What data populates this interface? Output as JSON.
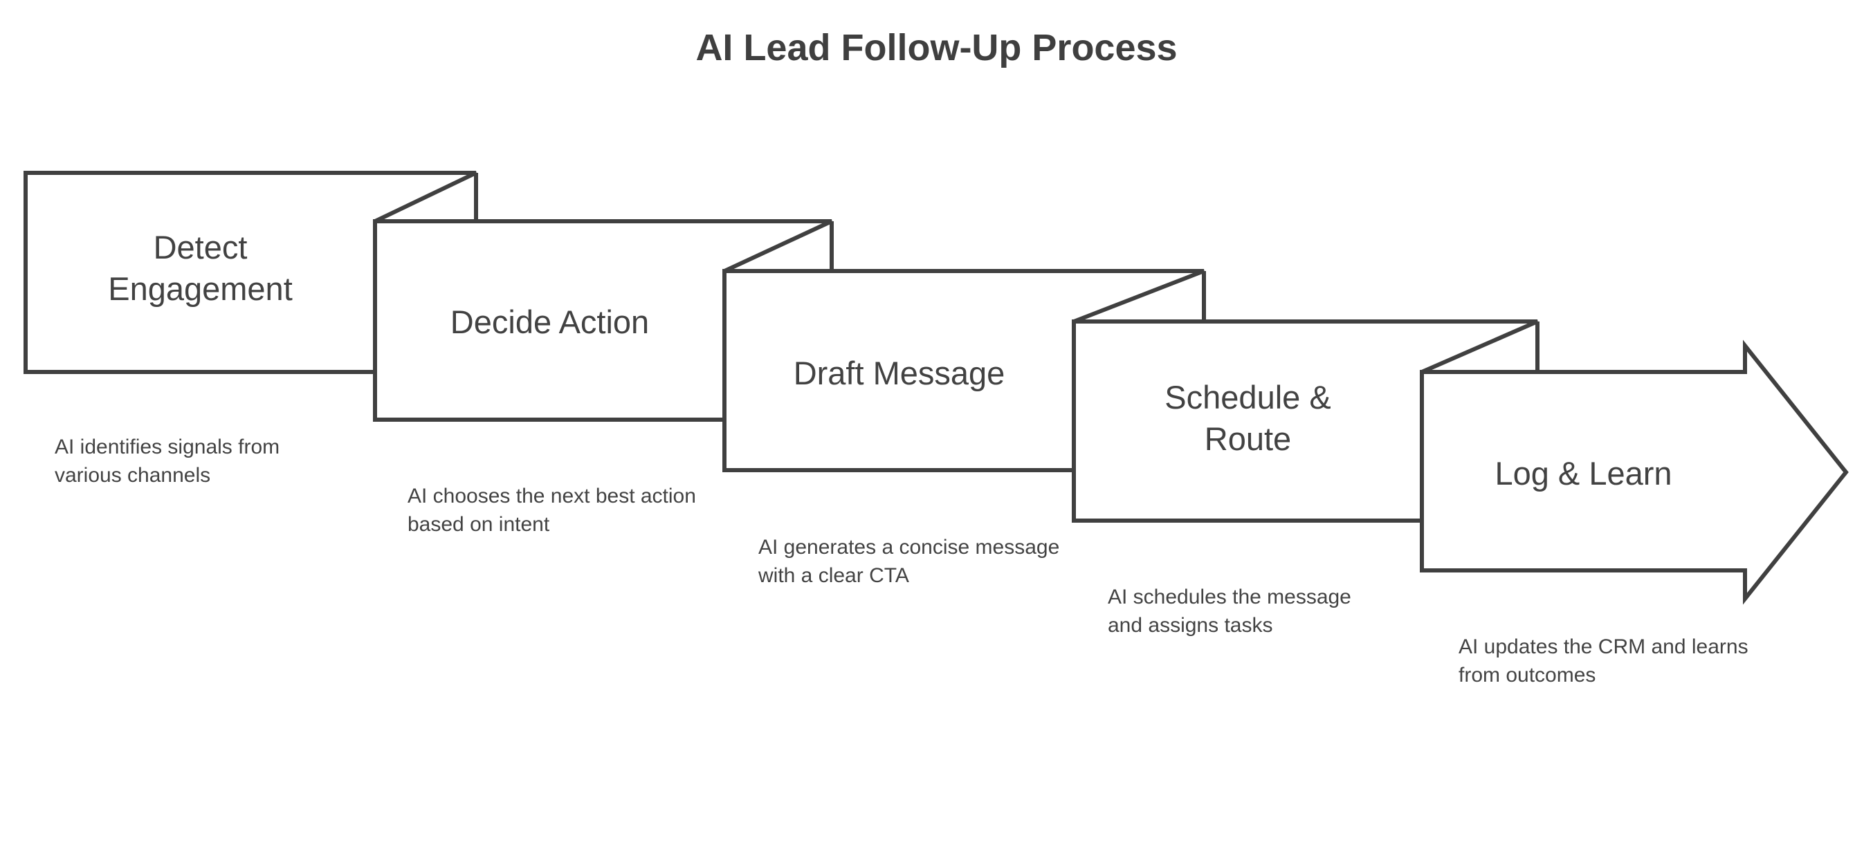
{
  "title": "AI Lead Follow-Up Process",
  "colors": {
    "stroke": "#404040",
    "title_text": "#3f3f3f",
    "step_text": "#424242",
    "caption_text": "#434343",
    "background": "#ffffff",
    "step_fill": "#ffffff"
  },
  "chart_data": {
    "type": "diagram",
    "subtype": "descending-staircase-process-arrow",
    "title": "AI Lead Follow-Up Process",
    "direction": "left-to-right descending",
    "step_count": 5,
    "steps": [
      {
        "index": 1,
        "label": "Detect Engagement",
        "label_line1": "Detect",
        "label_line2": "Engagement",
        "caption": "AI identifies signals from various channels",
        "shape": "rectangle-with-fold"
      },
      {
        "index": 2,
        "label": "Decide Action",
        "label_line1": "Decide Action",
        "label_line2": "",
        "caption": "AI chooses the next best action based on intent",
        "shape": "rectangle-with-fold"
      },
      {
        "index": 3,
        "label": "Draft Message",
        "label_line1": "Draft Message",
        "label_line2": "",
        "caption": "AI generates a concise message with a clear CTA",
        "shape": "rectangle-with-fold"
      },
      {
        "index": 4,
        "label": "Schedule & Route",
        "label_line1": "Schedule &",
        "label_line2": "Route",
        "caption": "AI schedules the message and assigns tasks",
        "shape": "rectangle-with-fold"
      },
      {
        "index": 5,
        "label": "Log & Learn",
        "label_line1": "Log & Learn",
        "label_line2": "",
        "caption": "AI updates the CRM and learns from outcomes",
        "shape": "arrow-right"
      }
    ]
  }
}
